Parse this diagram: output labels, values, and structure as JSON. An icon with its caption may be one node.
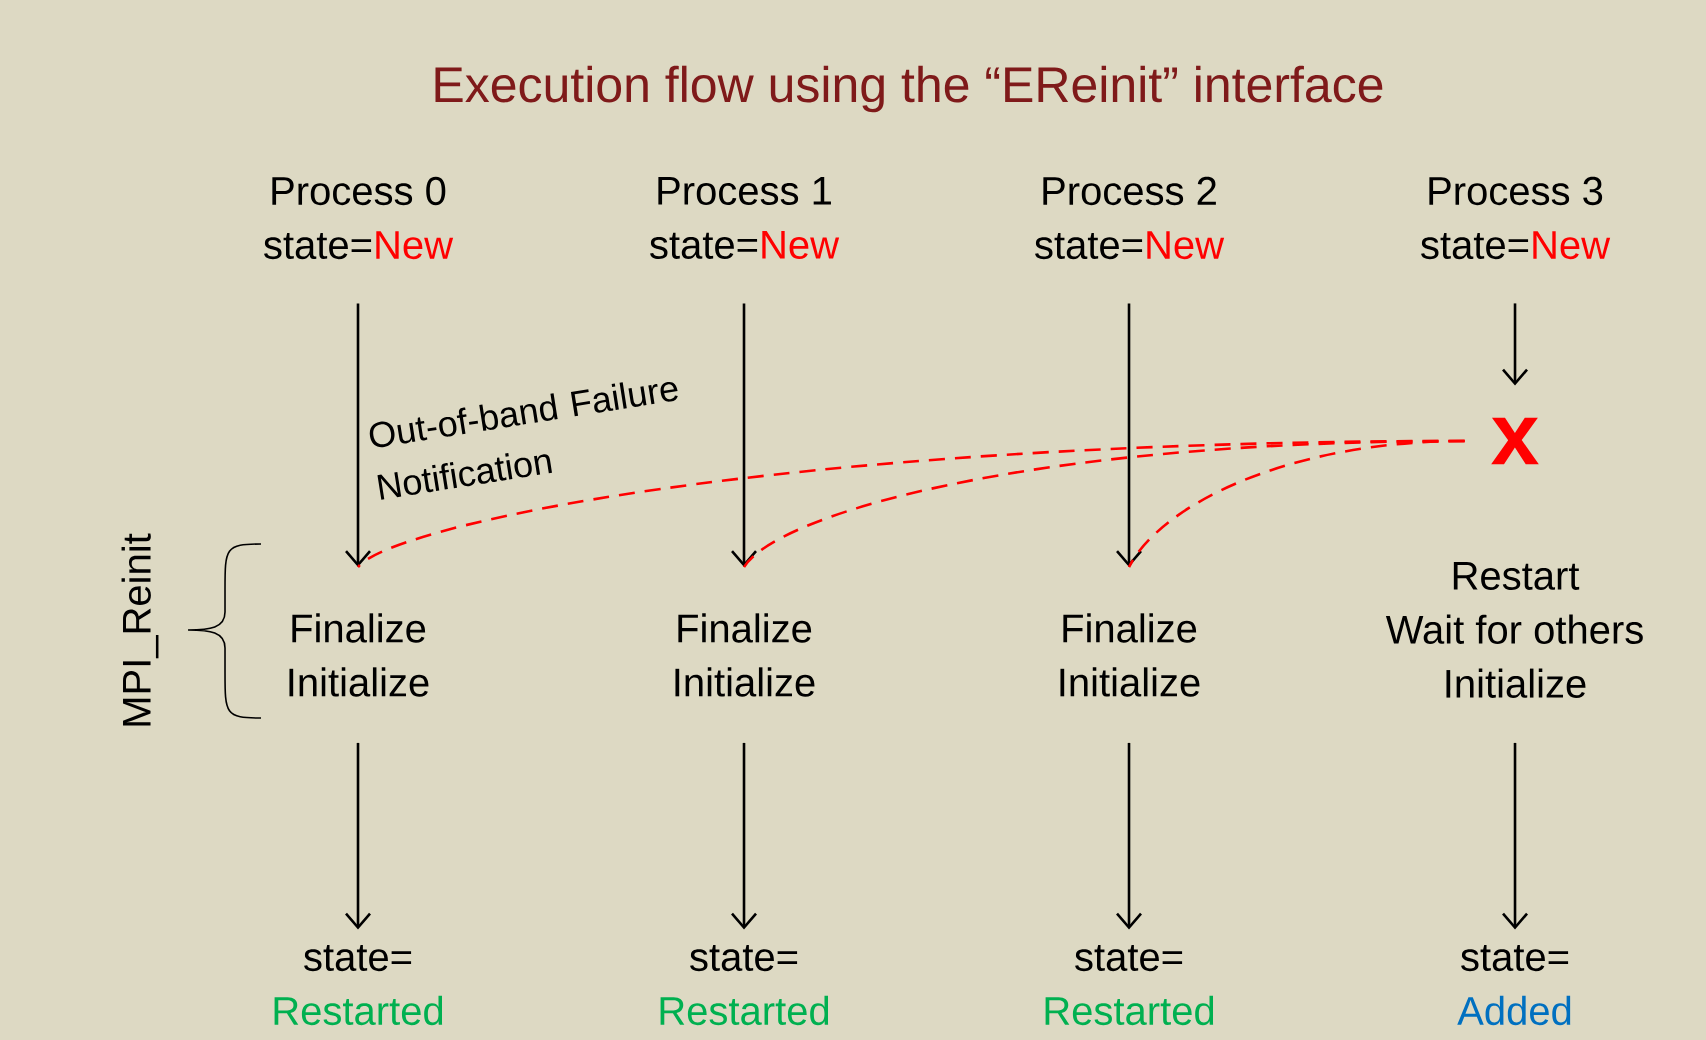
{
  "diagram": {
    "title": "Execution flow using the “EReinit” interface",
    "nodes": [
      {
        "text": [
          "Process 0",
          "state=",
          "New"
        ]
      },
      {
        "text": [
          "Process 1",
          "state=",
          "New"
        ]
      },
      {
        "text": [
          "Process 2",
          "state=",
          "New"
        ]
      },
      {
        "text": [
          "Process 3",
          "state=",
          "New"
        ]
      },
      {
        "text": [
          "x"
        ]
      },
      {
        "text": [
          "Finalize",
          "Initialize"
        ]
      },
      {
        "text": [
          "Finalize",
          "Initialize"
        ]
      },
      {
        "text": [
          "Finalize",
          "Initialize"
        ]
      },
      {
        "text": [
          "Restart",
          "Wait for others",
          "Initialize"
        ]
      },
      {
        "text": [
          "state=",
          "Restarted"
        ]
      },
      {
        "text": [
          "state=",
          "Restarted"
        ]
      },
      {
        "text": [
          "state=",
          "Restarted"
        ]
      },
      {
        "text": [
          "state=",
          "Added"
        ]
      }
    ],
    "edges": [
      {
        "from": 0,
        "to": 5,
        "arrow": "to"
      },
      {
        "from": 1,
        "to": 6,
        "arrow": "to"
      },
      {
        "from": 2,
        "to": 7,
        "arrow": "to"
      },
      {
        "from": 3,
        "to": 4,
        "arrow": "to"
      },
      {
        "from": 4,
        "to": 5,
        "arrow": "none",
        "style": "dashed",
        "color": "#ff0000"
      },
      {
        "from": 4,
        "to": 6,
        "arrow": "none",
        "style": "dashed",
        "color": "#ff0000"
      },
      {
        "from": 4,
        "to": 7,
        "arrow": "none",
        "style": "dashed",
        "color": "#ff0000"
      },
      {
        "from": 5,
        "to": 9,
        "arrow": "to"
      },
      {
        "from": 6,
        "to": 10,
        "arrow": "to"
      },
      {
        "from": 7,
        "to": 11,
        "arrow": "to"
      },
      {
        "from": 8,
        "to": 12,
        "arrow": "to"
      }
    ],
    "labels": [
      "Out-of-band Failure Notification",
      "MPI_Reinit"
    ]
  }
}
